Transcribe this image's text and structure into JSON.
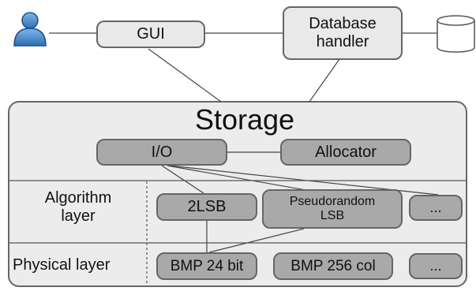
{
  "gui": "GUI",
  "database_handler": [
    "Database",
    "handler"
  ],
  "storage": {
    "title": "Storage",
    "io": "I/O",
    "allocator": "Allocator",
    "algorithm_layer": [
      "Algorithm",
      "layer"
    ],
    "physical_layer": "Physical layer",
    "algorithms": {
      "two_lsb": "2LSB",
      "pseudorandom": [
        "Pseudorandom",
        "LSB"
      ],
      "more": "..."
    },
    "physical": {
      "bmp24": "BMP 24 bit",
      "bmp256": "BMP 256 col",
      "more": "..."
    }
  },
  "icons": [
    "user-icon",
    "database-icon"
  ]
}
